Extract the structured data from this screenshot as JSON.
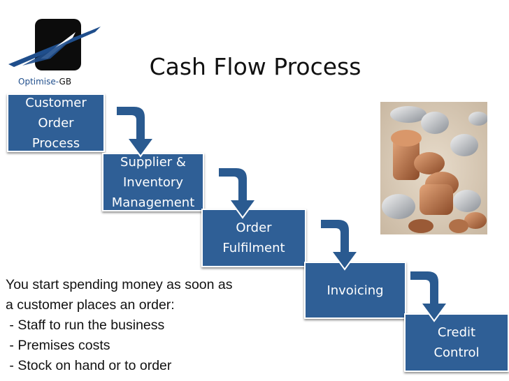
{
  "brand": {
    "name_part1": "Optimise-",
    "name_part2": "GB"
  },
  "title": "Cash Flow Process",
  "steps": [
    {
      "label": "Customer Order Process"
    },
    {
      "label": "Supplier & Inventory Management"
    },
    {
      "label": "Order Fulfilment"
    },
    {
      "label": "Invoicing"
    },
    {
      "label": "Credit Control"
    }
  ],
  "body": {
    "lead_line1": "You start spending money as soon as",
    "lead_line2": "a customer places an order:",
    "bullets": [
      " - Staff to run the business",
      " - Premises costs",
      " - Stock on hand or to order"
    ]
  },
  "colors": {
    "step_fill": "#2f5f96",
    "arrow_fill": "#2a5a90",
    "text": "#111111"
  },
  "icons": {
    "logo": "swoosh-logo-icon",
    "arrow": "curved-down-arrow-icon",
    "photo": "coins-photo"
  }
}
